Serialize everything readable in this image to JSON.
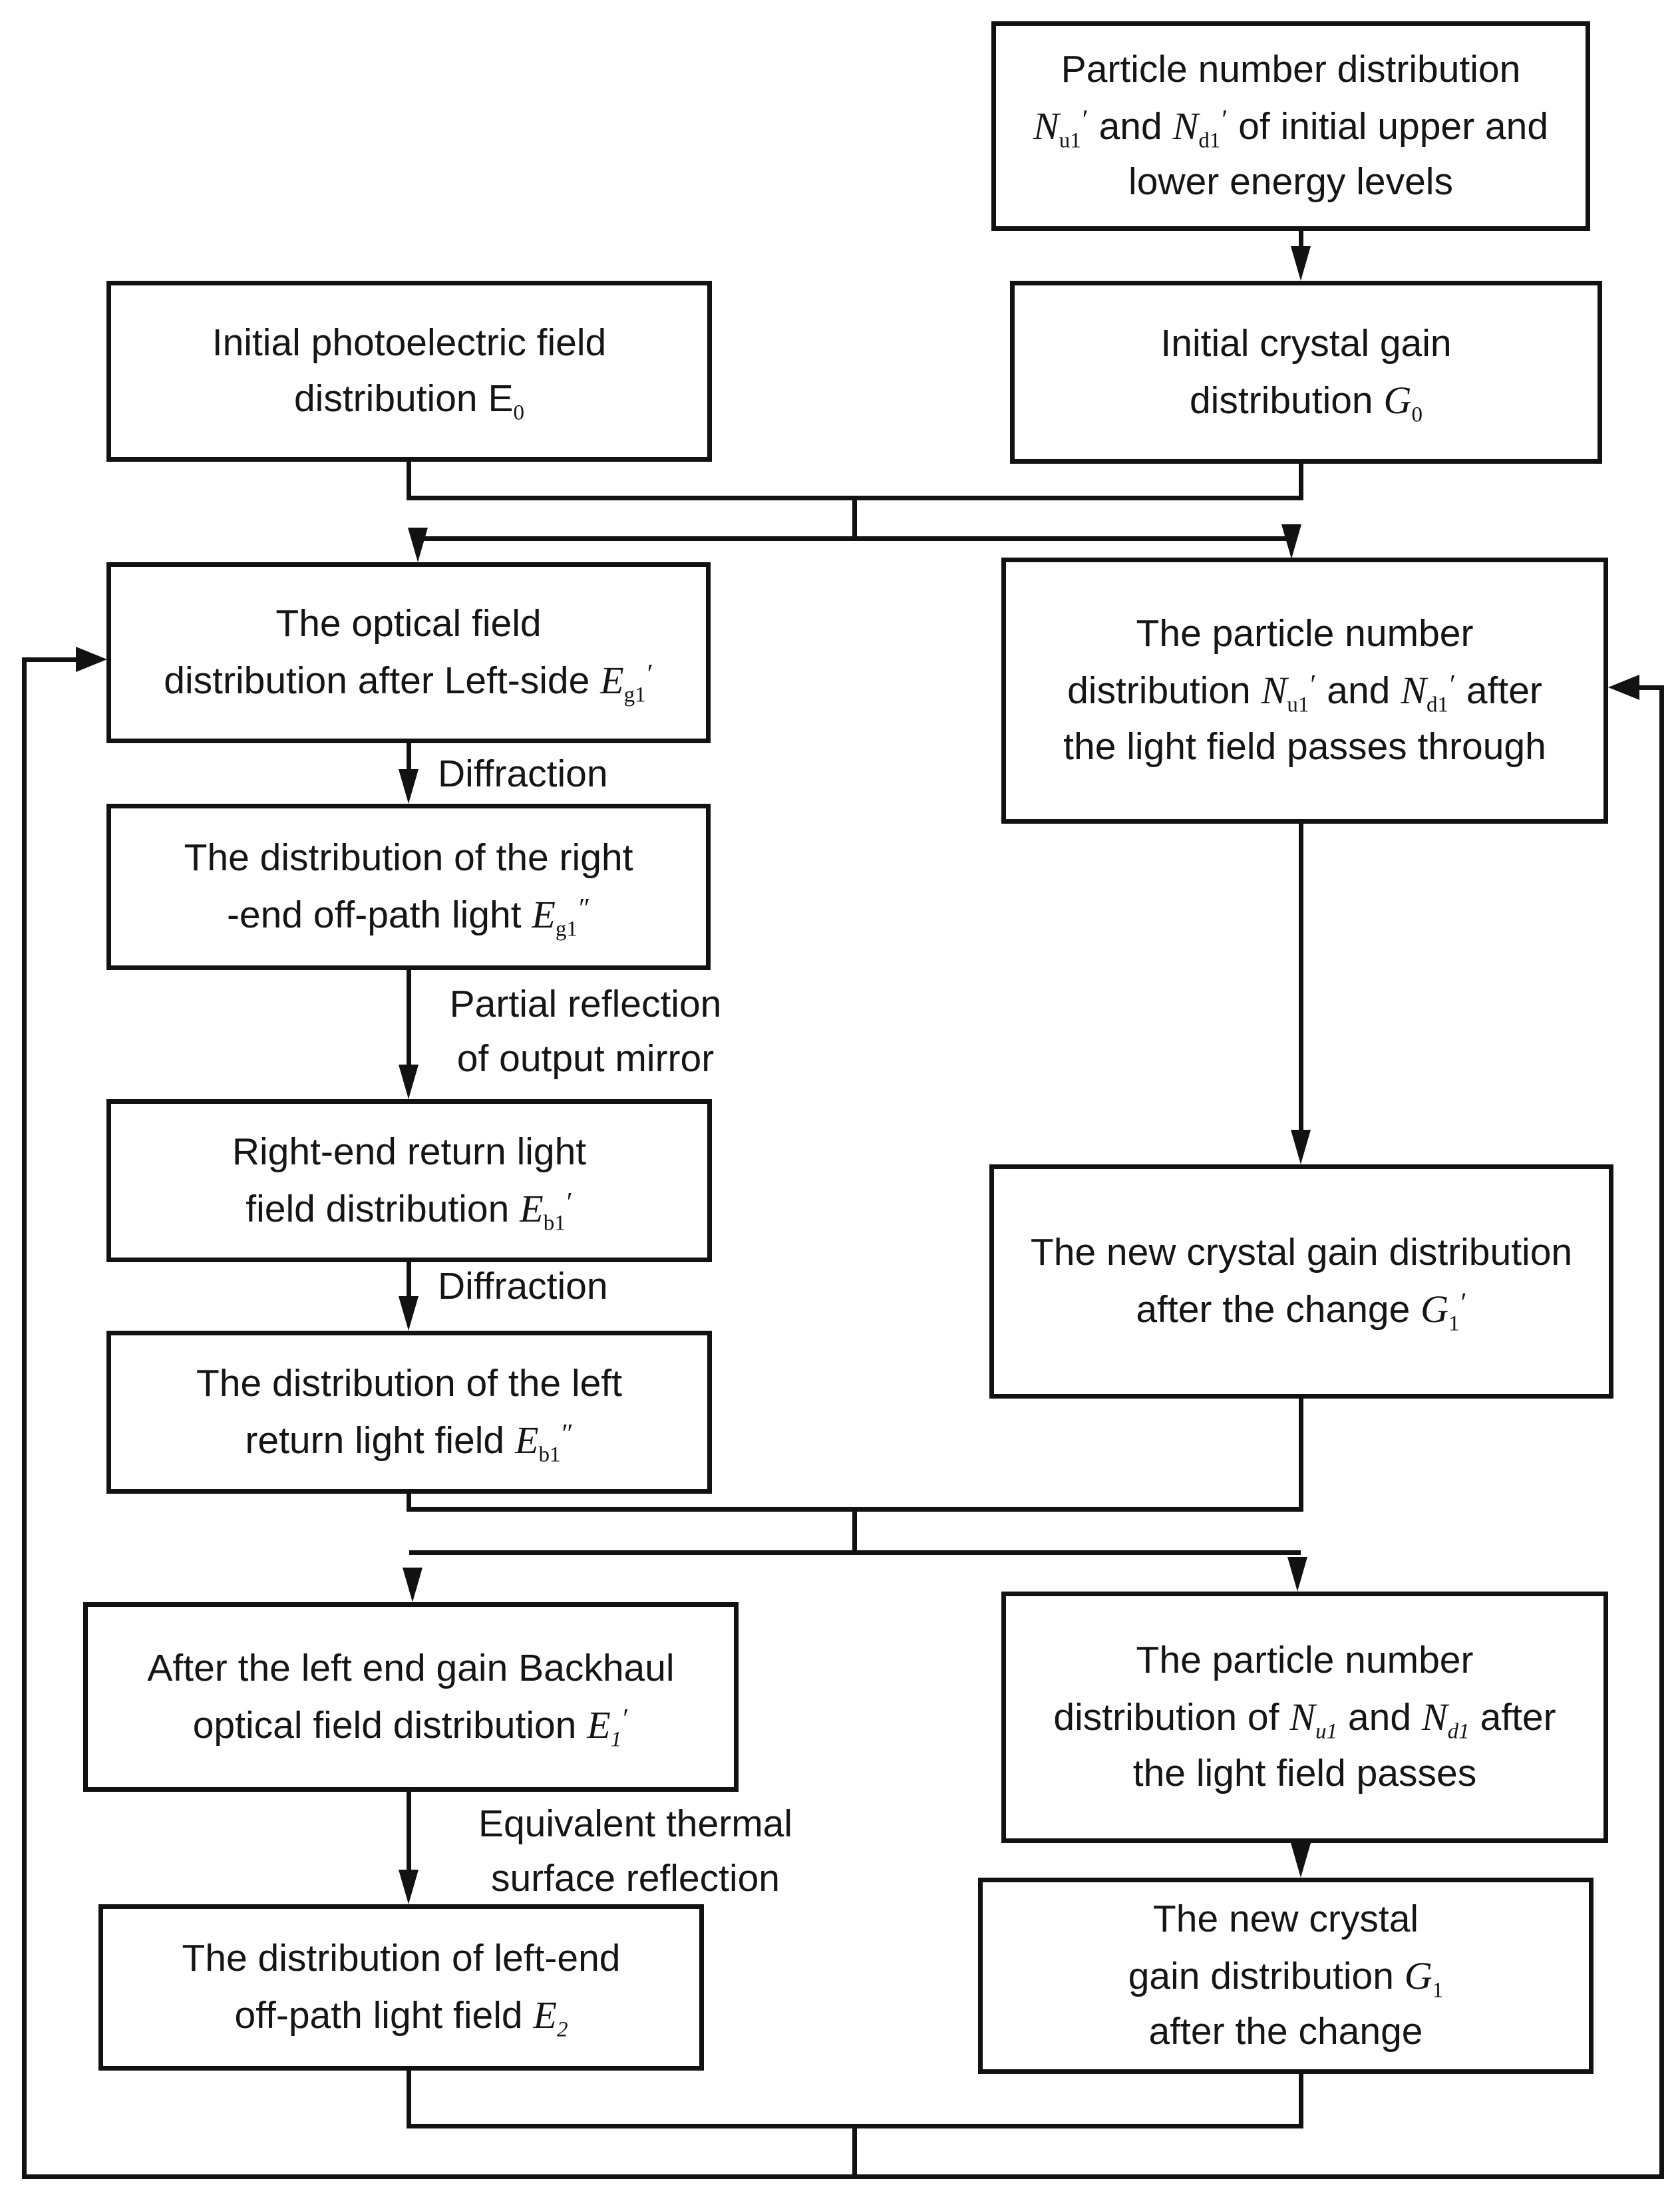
{
  "diagram": {
    "type": "flowchart",
    "background_color": "#ffffff",
    "line_color": "#121212",
    "nodes": {
      "particle_init": {
        "label": "Particle number distribution Nu1' and Nd1' of initial upper and lower energy levels",
        "lines": [
          [
            {
              "t": "Particle number distribution"
            }
          ],
          [
            {
              "v": "N",
              "sub": "u1",
              "pr": "′"
            },
            {
              "t": " and "
            },
            {
              "v": "N",
              "sub": "d1",
              "pr": "′"
            },
            {
              "t": " of initial upper and"
            }
          ],
          [
            {
              "t": "lower energy levels"
            }
          ]
        ]
      },
      "photo_field": {
        "label": "Initial photoelectric field distribution E0",
        "lines": [
          [
            {
              "t": "Initial photoelectric field"
            }
          ],
          [
            {
              "t": "distribution "
            },
            {
              "v": "E",
              "sub": "0",
              "up": true
            }
          ]
        ]
      },
      "crystal_gain": {
        "label": "Initial crystal gain distribution G0",
        "lines": [
          [
            {
              "t": "Initial crystal gain"
            }
          ],
          [
            {
              "t": "distribution  "
            },
            {
              "v": "G",
              "sub": "0"
            }
          ]
        ]
      },
      "optical_field": {
        "label": "The optical field distribution after Left-side Eg1'",
        "lines": [
          [
            {
              "t": "The optical field"
            }
          ],
          [
            {
              "t": "distribution after Left-side "
            },
            {
              "v": "E",
              "sub": "g1",
              "pr": "′"
            }
          ]
        ]
      },
      "particle_after": {
        "label": "The particle number distribution Nu1' and Nd1' after the light field passes through",
        "lines": [
          [
            {
              "t": "The particle number"
            }
          ],
          [
            {
              "t": "distribution "
            },
            {
              "v": "N",
              "sub": "u1",
              "pr": "′"
            },
            {
              "t": " and "
            },
            {
              "v": "N",
              "sub": "d1",
              "pr": "′"
            },
            {
              "t": "  after"
            }
          ],
          [
            {
              "t": "the light field passes through"
            }
          ]
        ]
      },
      "right_offpath": {
        "label": "The distribution of the right -end off-path light Eg1\"",
        "lines": [
          [
            {
              "t": "The distribution of the right"
            }
          ],
          [
            {
              "t": "-end off-path light  "
            },
            {
              "v": "E",
              "sub": "g1",
              "pr": "″"
            }
          ]
        ]
      },
      "right_return": {
        "label": "Right-end return light field distribution Eb1'",
        "lines": [
          [
            {
              "t": "Right-end return light"
            }
          ],
          [
            {
              "t": "field distribution "
            },
            {
              "v": "E",
              "sub": "b1",
              "pr": "′"
            }
          ]
        ]
      },
      "left_return": {
        "label": "The distribution of the left return light field Eb1\"",
        "lines": [
          [
            {
              "t": "The distribution of the left"
            }
          ],
          [
            {
              "t": "return light field "
            },
            {
              "v": "E",
              "sub": "b1",
              "pr": "″"
            }
          ]
        ]
      },
      "new_gain_prime": {
        "label": "The new crystal gain distribution after the change G1'",
        "lines": [
          [
            {
              "t": "The new crystal gain distribution"
            }
          ],
          [
            {
              "t": "after the change  "
            },
            {
              "v": "G",
              "sub": "1",
              "pr": "′"
            }
          ]
        ]
      },
      "backhaul": {
        "label": "After the left end gain Backhaul optical field distribution E1'",
        "lines": [
          [
            {
              "t": "After the left end gain Backhaul"
            }
          ],
          [
            {
              "t": "optical field distribution  "
            },
            {
              "v": "E",
              "sub": "1",
              "pr": "′",
              "si": true
            }
          ]
        ]
      },
      "left_offpath": {
        "label": "The distribution of left-end off-path light field E2",
        "lines": [
          [
            {
              "t": "The distribution of left-end"
            }
          ],
          [
            {
              "t": "off-path light field  "
            },
            {
              "v": "E",
              "sub": "2",
              "si": true
            }
          ]
        ]
      },
      "particle_pass": {
        "label": "The particle number distribution of Nu1 and Nd1 after the light field passes",
        "lines": [
          [
            {
              "t": "The particle number"
            }
          ],
          [
            {
              "t": "distribution of  "
            },
            {
              "v": "N",
              "sub": "u1",
              "si": true
            },
            {
              "t": " and "
            },
            {
              "v": "N",
              "sub": "d1",
              "si": true
            },
            {
              "t": "  after"
            }
          ],
          [
            {
              "t": "the light field passes"
            }
          ]
        ]
      },
      "new_gain": {
        "label": "The new crystal gain distribution G1 after the change",
        "lines": [
          [
            {
              "t": "The new crystal"
            }
          ],
          [
            {
              "t": "gain distribution  "
            },
            {
              "v": "G",
              "sub": "1"
            }
          ],
          [
            {
              "t": "after the change"
            }
          ]
        ]
      }
    },
    "edge_labels": {
      "diffraction_1": "Diffraction",
      "partial_reflection": [
        [
          {
            "t": "Partial reflection"
          }
        ],
        [
          {
            "t": "of output mirror"
          }
        ]
      ],
      "diffraction_2": "Diffraction",
      "equivalent_thermal": [
        [
          {
            "t": "Equivalent thermal"
          }
        ],
        [
          {
            "t": "surface reflection"
          }
        ]
      ]
    }
  }
}
